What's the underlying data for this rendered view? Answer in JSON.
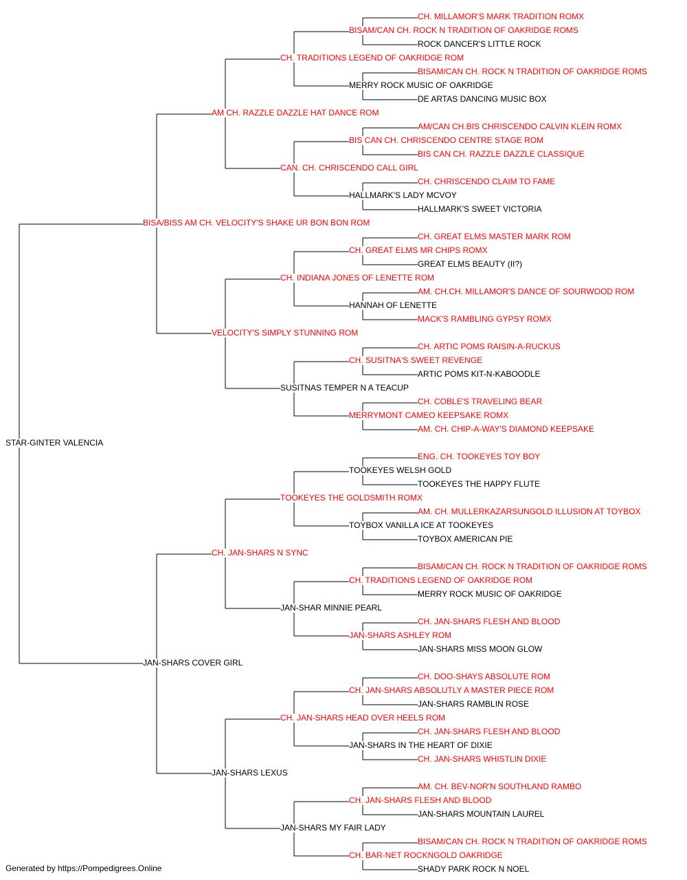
{
  "colors": {
    "champion": "#ff0000",
    "normal": "#000000",
    "line": "#000000"
  },
  "root": {
    "name": "STAR-GINTER VALENCIA",
    "champion": false,
    "sire": {
      "name": "BISA/BISS AM CH. VELOCITY'S SHAKE UR BON BON ROM",
      "champion": true,
      "sire": {
        "name": "AM CH. RAZZLE DAZZLE HAT DANCE ROM",
        "champion": true,
        "sire": {
          "name": "CH. TRADITIONS LEGEND OF OAKRIDGE ROM",
          "champion": true,
          "sire": {
            "name": "BISAM/CAN CH. ROCK N TRADITION OF OAKRIDGE ROMS",
            "champion": true,
            "sire": {
              "name": "CH. MILLAMOR'S MARK TRADITION ROMX",
              "champion": true
            },
            "dam": {
              "name": "ROCK DANCER'S LITTLE ROCK",
              "champion": false
            }
          },
          "dam": {
            "name": "MERRY ROCK MUSIC OF OAKRIDGE",
            "champion": false,
            "sire": {
              "name": "BISAM/CAN CH. ROCK N TRADITION OF OAKRIDGE ROMS",
              "champion": true
            },
            "dam": {
              "name": "DE ARTAS DANCING MUSIC BOX",
              "champion": false
            }
          }
        },
        "dam": {
          "name": "CAN. CH. CHRISCENDO CALL GIRL",
          "champion": true,
          "sire": {
            "name": "BIS CAN CH. CHRISCENDO CENTRE STAGE ROM",
            "champion": true,
            "sire": {
              "name": "AM/CAN CH.BIS CHRISCENDO CALVIN KLEIN ROMX",
              "champion": true
            },
            "dam": {
              "name": "BIS CAN CH. RAZZLE DAZZLE CLASSIQUE",
              "champion": true
            }
          },
          "dam": {
            "name": "HALLMARK'S LADY MCVOY",
            "champion": false,
            "sire": {
              "name": "CH. CHRISCENDO CLAIM TO FAME",
              "champion": true
            },
            "dam": {
              "name": "HALLMARK'S SWEET VICTORIA",
              "champion": false
            }
          }
        }
      },
      "dam": {
        "name": "VELOCITY'S SIMPLY STUNNING ROM",
        "champion": true,
        "sire": {
          "name": "CH. INDIANA JONES OF LENETTE ROM",
          "champion": true,
          "sire": {
            "name": "CH. GREAT ELMS MR CHIPS ROMX",
            "champion": true,
            "sire": {
              "name": "CH. GREAT ELMS MASTER MARK ROM",
              "champion": true
            },
            "dam": {
              "name": "GREAT ELMS BEAUTY (II?)",
              "champion": false
            }
          },
          "dam": {
            "name": "HANNAH OF LENETTE",
            "champion": false,
            "sire": {
              "name": "AM. CH.CH. MILLAMOR'S DANCE OF SOURWOOD ROM",
              "champion": true
            },
            "dam": {
              "name": "MACK'S RAMBLING GYPSY ROMX",
              "champion": true
            }
          }
        },
        "dam": {
          "name": "SUSITNAS TEMPER N A TEACUP",
          "champion": false,
          "sire": {
            "name": "CH. SUSITNA'S SWEET REVENGE",
            "champion": true,
            "sire": {
              "name": "CH. ARTIC POMS RAISIN-A-RUCKUS",
              "champion": true
            },
            "dam": {
              "name": "ARTIC POMS KIT-N-KABOODLE",
              "champion": false
            }
          },
          "dam": {
            "name": "MERRYMONT CAMEO KEEPSAKE ROMX",
            "champion": true,
            "sire": {
              "name": "CH. COBLE'S TRAVELING BEAR",
              "champion": true
            },
            "dam": {
              "name": "AM. CH. CHIP-A-WAY'S DIAMOND KEEPSAKE",
              "champion": true
            }
          }
        }
      }
    },
    "dam": {
      "name": "JAN-SHARS COVER GIRL",
      "champion": false,
      "sire": {
        "name": "CH. JAN-SHARS N SYNC",
        "champion": true,
        "sire": {
          "name": "TOOKEYES THE GOLDSMITH ROMX",
          "champion": true,
          "sire": {
            "name": "TOOKEYES WELSH GOLD",
            "champion": false,
            "sire": {
              "name": "ENG. CH. TOOKEYES TOY BOY",
              "champion": true
            },
            "dam": {
              "name": "TOOKEYES THE HAPPY FLUTE",
              "champion": false
            }
          },
          "dam": {
            "name": "TOYBOX VANILLA ICE AT TOOKEYES",
            "champion": false,
            "sire": {
              "name": "AM. CH. MULLERKAZARSUNGOLD ILLUSION AT TOYBOX",
              "champion": true
            },
            "dam": {
              "name": "TOYBOX AMERICAN PIE",
              "champion": false
            }
          }
        },
        "dam": {
          "name": "JAN-SHAR MINNIE PEARL",
          "champion": false,
          "sire": {
            "name": "CH. TRADITIONS LEGEND OF OAKRIDGE ROM",
            "champion": true,
            "sire": {
              "name": "BISAM/CAN CH. ROCK N TRADITION OF OAKRIDGE ROMS",
              "champion": true
            },
            "dam": {
              "name": "MERRY ROCK MUSIC OF OAKRIDGE",
              "champion": false
            }
          },
          "dam": {
            "name": "JAN-SHARS ASHLEY ROM",
            "champion": true,
            "sire": {
              "name": "CH. JAN-SHARS FLESH AND BLOOD",
              "champion": true
            },
            "dam": {
              "name": "JAN-SHARS MISS MOON GLOW",
              "champion": false
            }
          }
        }
      },
      "dam": {
        "name": "JAN-SHARS LEXUS",
        "champion": false,
        "sire": {
          "name": "CH. JAN-SHARS HEAD OVER HEELS ROM",
          "champion": true,
          "sire": {
            "name": "CH. JAN-SHARS ABSOLUTLY A MASTER PIECE ROM",
            "champion": true,
            "sire": {
              "name": "CH. DOO-SHAYS ABSOLUTE ROM",
              "champion": true
            },
            "dam": {
              "name": "JAN-SHARS RAMBLIN ROSE",
              "champion": false
            }
          },
          "dam": {
            "name": "JAN-SHARS IN THE HEART OF DIXIE",
            "champion": false,
            "sire": {
              "name": "CH. JAN-SHARS FLESH AND BLOOD",
              "champion": true
            },
            "dam": {
              "name": "CH. JAN-SHARS WHISTLIN DIXIE",
              "champion": true
            }
          }
        },
        "dam": {
          "name": "JAN-SHARS MY FAIR LADY",
          "champion": false,
          "sire": {
            "name": "CH. JAN-SHARS FLESH AND BLOOD",
            "champion": true,
            "sire": {
              "name": "AM. CH. BEV-NOR'N SOUTHLAND RAMBO",
              "champion": true
            },
            "dam": {
              "name": "JAN-SHARS MOUNTAIN LAUREL",
              "champion": false
            }
          },
          "dam": {
            "name": "CH. BAR-NET ROCKNGOLD OAKRIDGE",
            "champion": true,
            "sire": {
              "name": "BISAM/CAN CH. ROCK N TRADITION OF OAKRIDGE ROMS",
              "champion": true
            },
            "dam": {
              "name": "SHADY PARK ROCK N NOEL",
              "champion": false
            }
          }
        }
      }
    }
  },
  "footer": {
    "text": "Generated by https://Pompedigrees.Online"
  }
}
